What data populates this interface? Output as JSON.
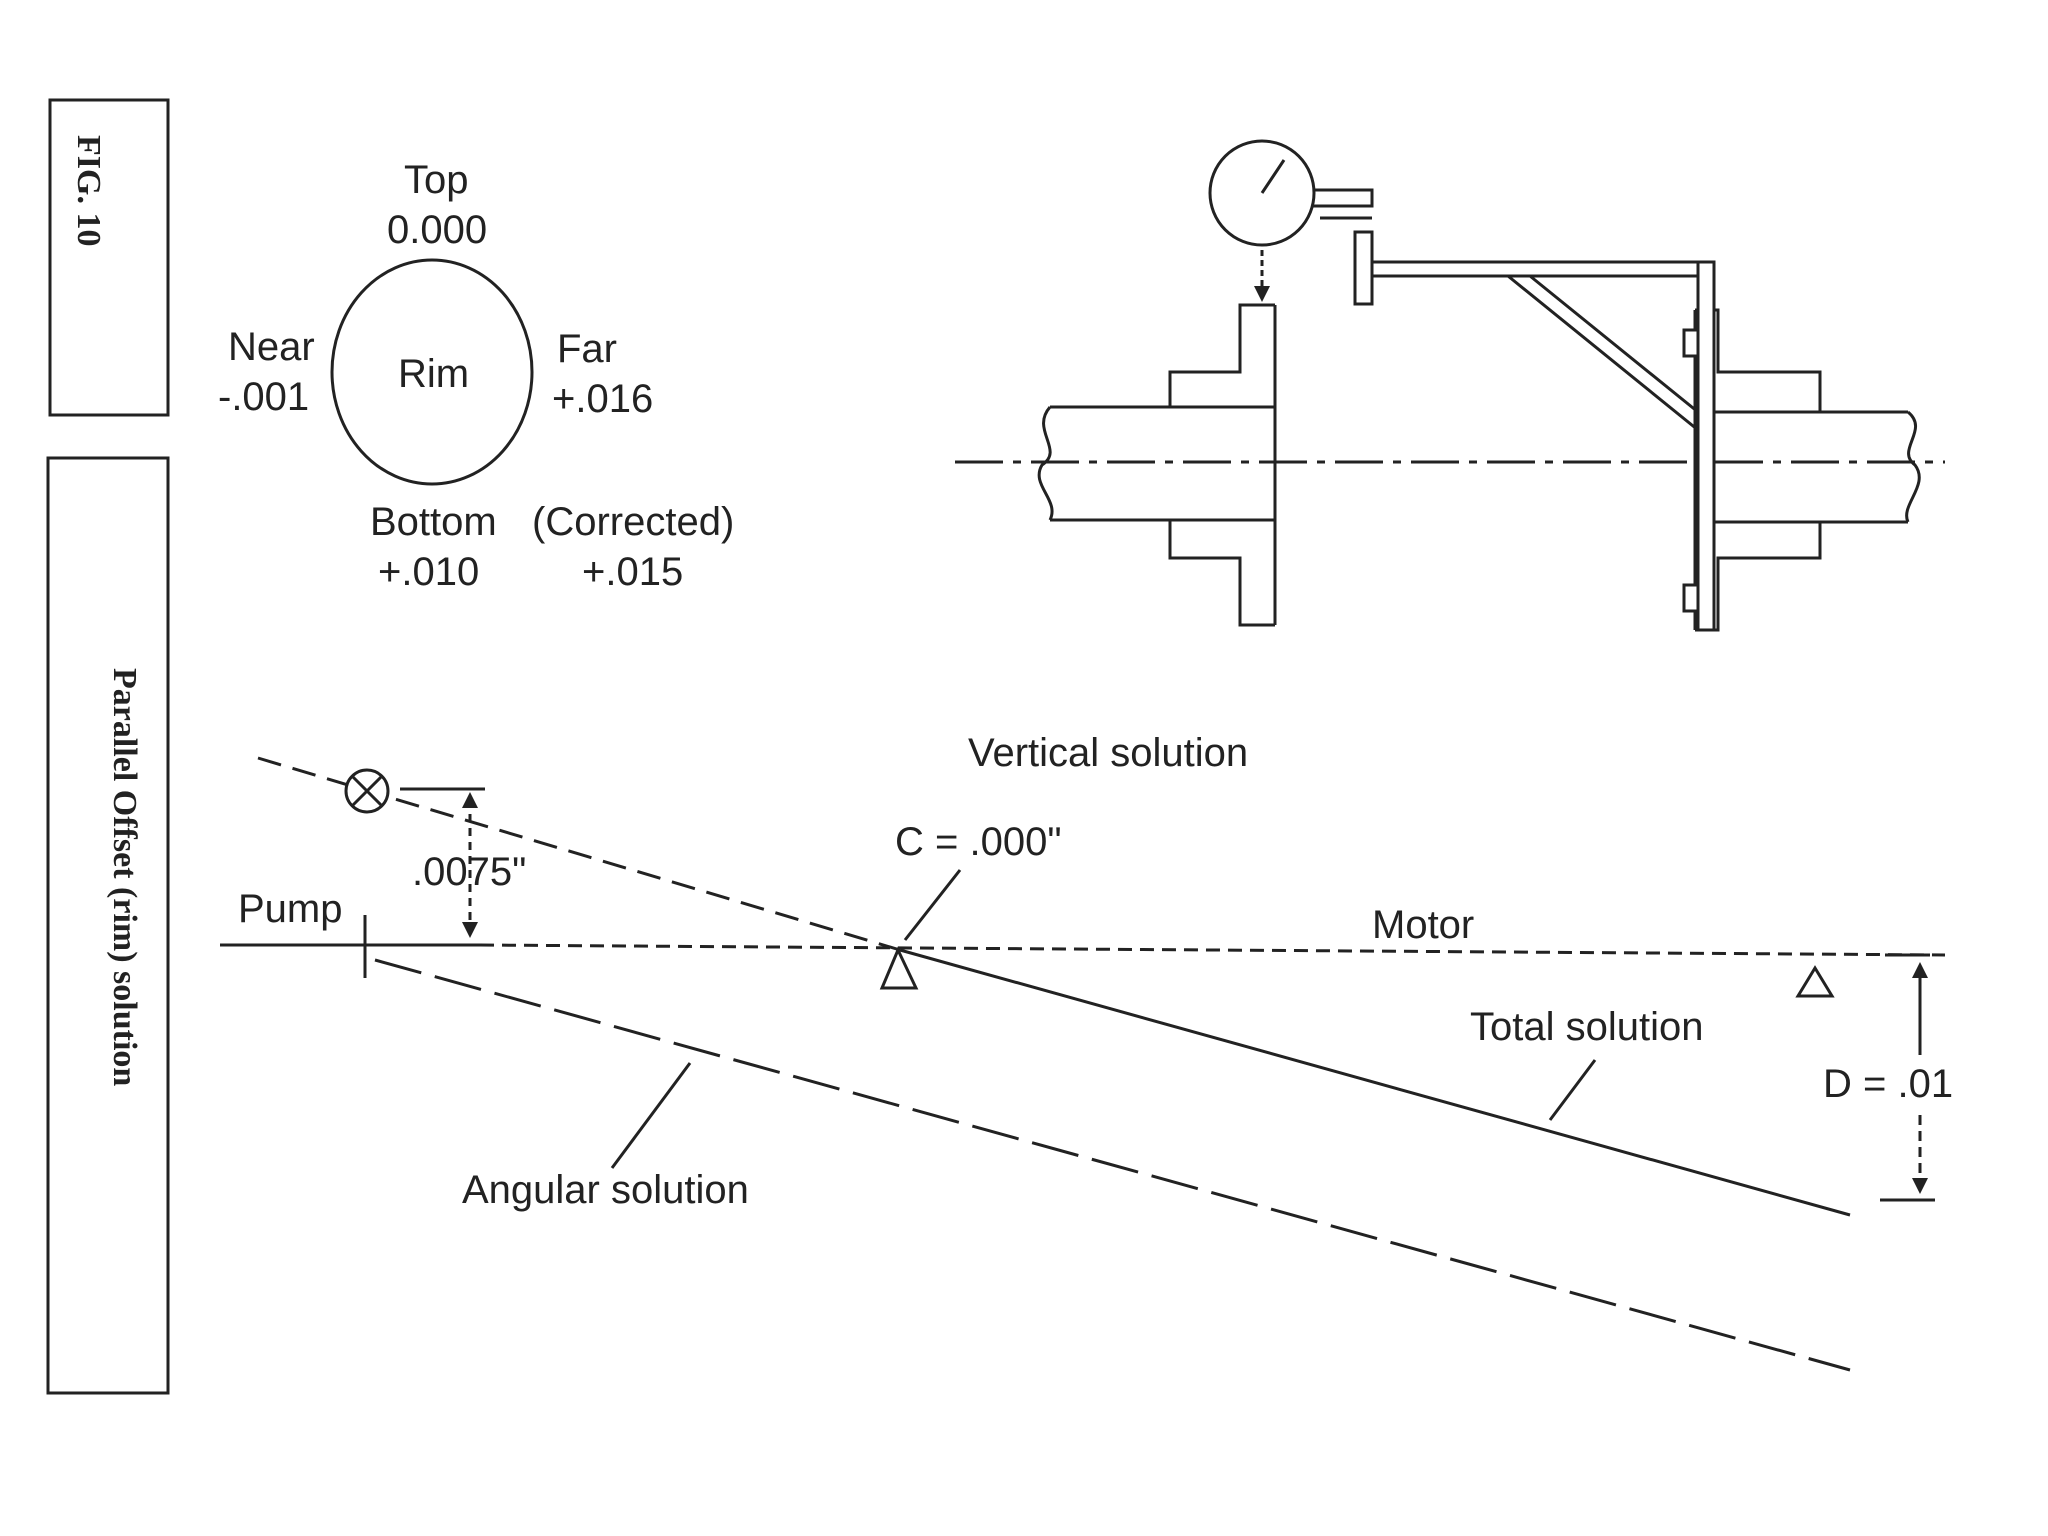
{
  "side_panel": {
    "figure_label": "FIG. 10",
    "caption": "Parallel Offset (rim) solution"
  },
  "rim_readings": {
    "center_label": "Rim",
    "top_label": "Top",
    "top_value": "0.000",
    "near_label": "Near",
    "near_value": "-.001",
    "far_label": "Far",
    "far_value": "+.016",
    "bottom_label": "Bottom",
    "bottom_value": "+.010",
    "corrected_label": "(Corrected)",
    "corrected_value": "+.015"
  },
  "solution_diagram": {
    "title": "Vertical solution",
    "offset_value": ".0075\"",
    "pump_label": "Pump",
    "motor_label": "Motor",
    "c_label": "C = .000\"",
    "d_label": "D = .01",
    "total_label": "Total solution",
    "angular_label": "Angular solution"
  },
  "colors": {
    "ink": "#222222",
    "paper": "#ffffff"
  }
}
